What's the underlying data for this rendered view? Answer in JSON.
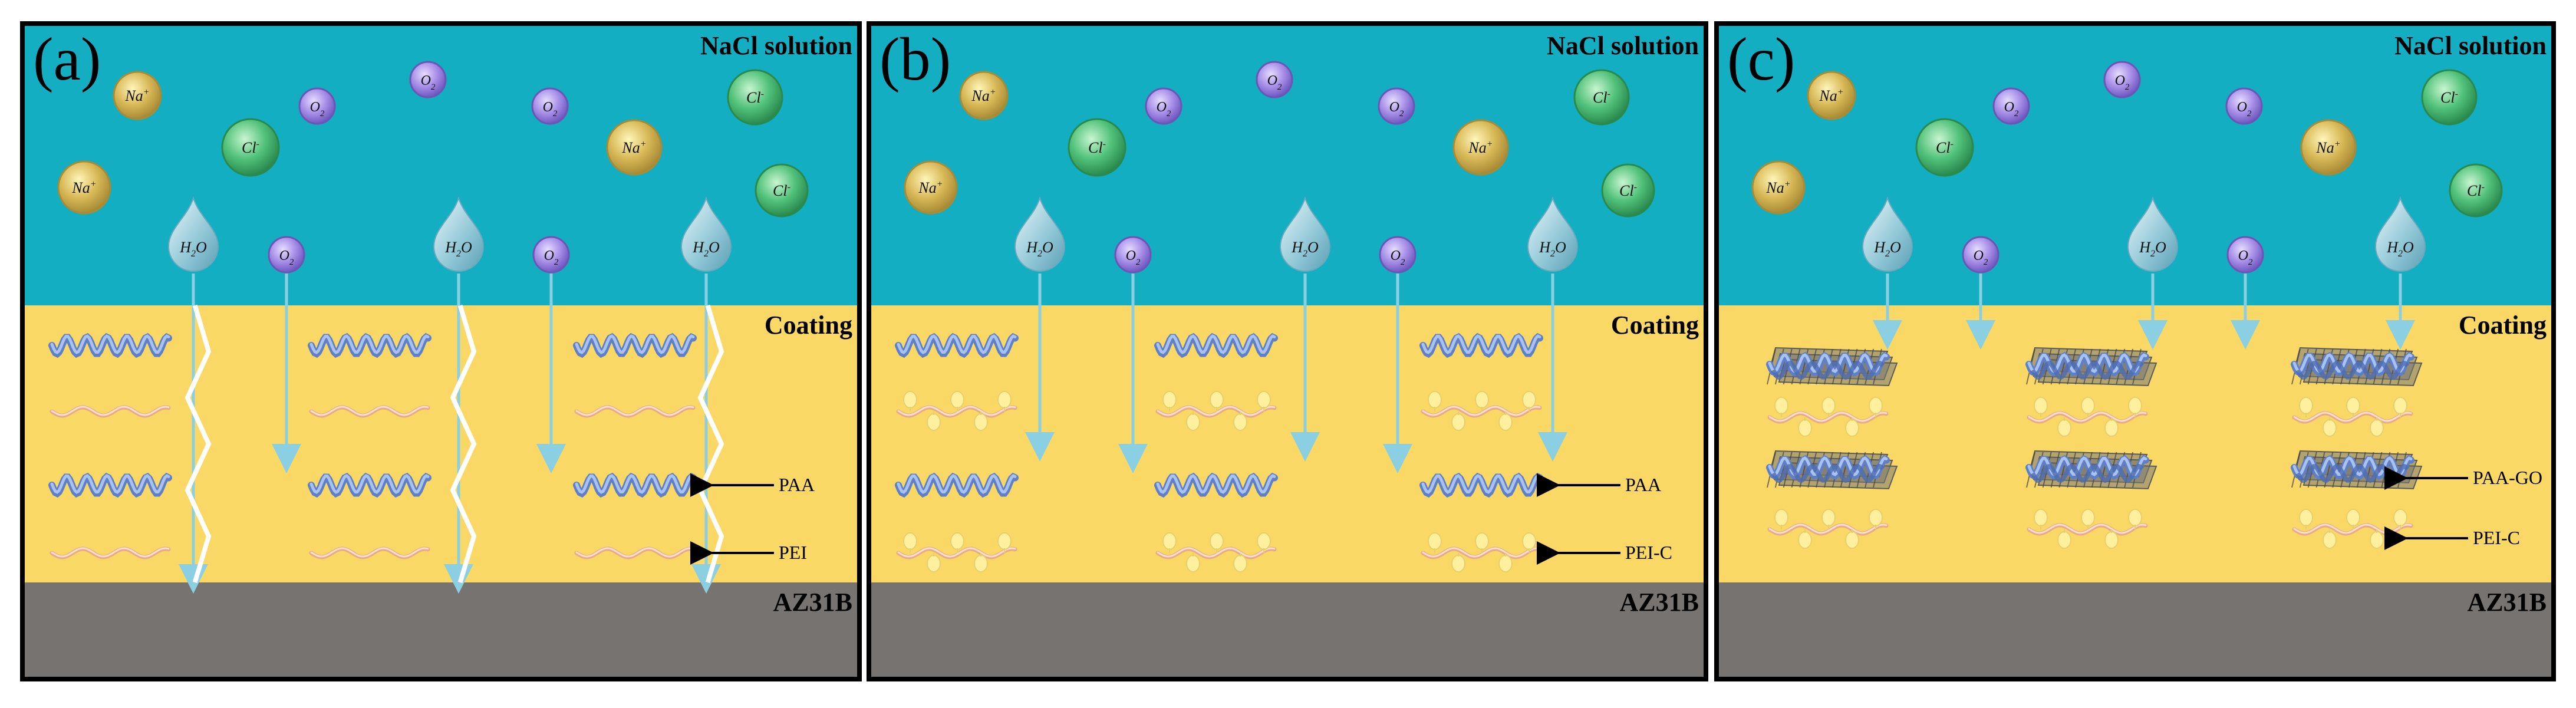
{
  "colors": {
    "solution": "#13aec2",
    "coating": "#fad866",
    "substrate": "#767371",
    "frame": "#000000",
    "flow": "#8ad0e2",
    "crack": "#ffffff",
    "na_ion": "#d8b958",
    "cl_ion": "#52c27b",
    "o2": "#a78fe8",
    "water_drop": "#8fc6d6",
    "paa": "#7898d8",
    "pei": "#f1bfa4",
    "pei_c_dots": "#fff0a0",
    "go_sheet": "#8a8a86"
  },
  "species": {
    "na": "Na",
    "na_charge": "+",
    "cl": "Cl",
    "cl_charge": "-",
    "o2": "O",
    "o2_sub": "2",
    "h2o_h": "H",
    "h2o_sub": "2",
    "h2o_o": "O"
  },
  "panels": [
    {
      "label": "(a)",
      "solution_label": "NaCl solution",
      "coating_label": "Coating",
      "substrate_label": "AZ31B",
      "upper_chain_label": "PAA",
      "lower_chain_label": "PEI",
      "chain_style": "plain",
      "cracks": true,
      "penetration": "full"
    },
    {
      "label": "(b)",
      "solution_label": "NaCl solution",
      "coating_label": "Coating",
      "substrate_label": "AZ31B",
      "upper_chain_label": "PAA",
      "lower_chain_label": "PEI-C",
      "chain_style": "dotted",
      "cracks": false,
      "penetration": "partial"
    },
    {
      "label": "(c)",
      "solution_label": "NaCl solution",
      "coating_label": "Coating",
      "substrate_label": "AZ31B",
      "upper_chain_label": "PAA-GO",
      "lower_chain_label": "PEI-C",
      "chain_style": "graphene",
      "cracks": false,
      "penetration": "shallow"
    }
  ]
}
